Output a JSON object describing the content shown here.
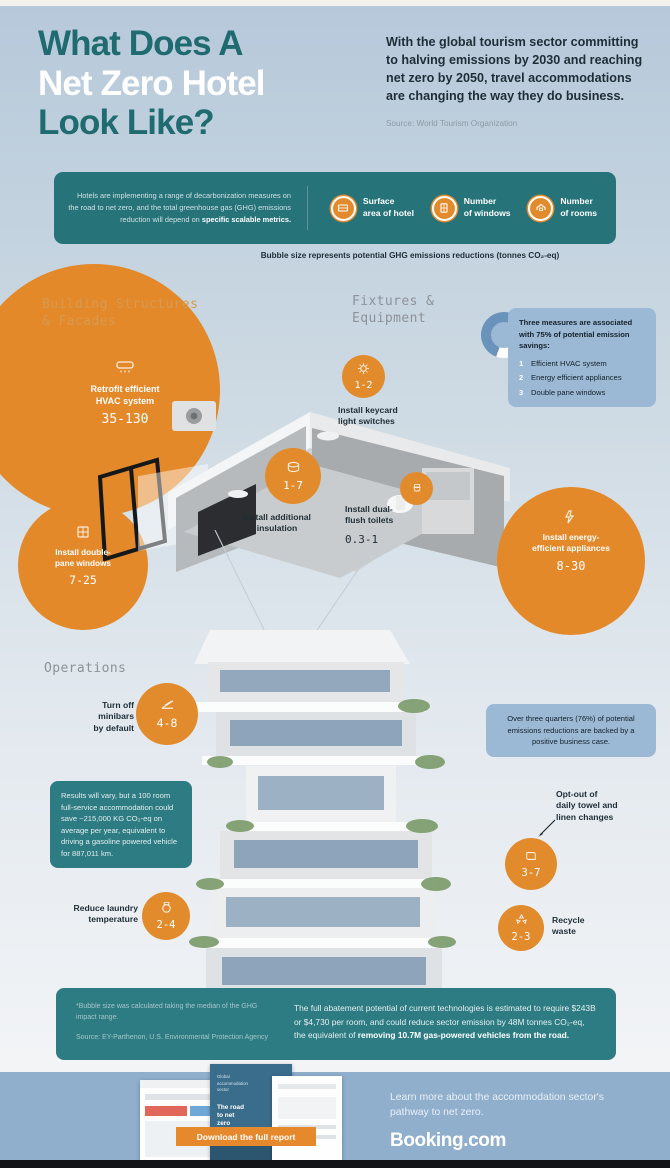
{
  "header": {
    "title_line1": "What Does A",
    "title_line2": "Net Zero Hotel",
    "title_line3": "Look Like?",
    "intro": "With the global tourism sector committing to halving emissions by 2030 and reaching net zero by 2050, travel accommodations are changing the way they do business.",
    "source": "Source: World Tourism Organization"
  },
  "banner": {
    "text_plain": "Hotels are implementing a range of decarbonization measures on the road to net zero, and the total greenhouse gas (GHG) emissions reduction will depend on ",
    "text_bold": "specific scalable metrics.",
    "legend": [
      {
        "icon": "surface-area-icon",
        "label_line1": "Surface",
        "label_line2": "area of hotel"
      },
      {
        "icon": "window-icon",
        "label_line1": "Number",
        "label_line2": "of windows"
      },
      {
        "icon": "rooms-icon",
        "label_line1": "Number",
        "label_line2": "of rooms"
      }
    ]
  },
  "bubble_note": "Bubble size represents potential GHG emissions reductions (tonnes CO₂-eq)",
  "sections": {
    "building": "Building Structures\n& Facades",
    "fixtures": "Fixtures &\nEquipment",
    "operations": "Operations"
  },
  "measures": {
    "hvac": {
      "label": "Retrofit efficient\nHVAC system",
      "value": "35-130"
    },
    "windows": {
      "label": "Install double-\npane windows",
      "value": "7-25"
    },
    "keycard": {
      "label": "Install keycard\nlight switches",
      "value": "1-2"
    },
    "insulation": {
      "label": "Install additional\ninsulation",
      "value": "1-7"
    },
    "toilets": {
      "label": "Install dual-\nflush toilets",
      "value": "0.3-1"
    },
    "appliances": {
      "label": "Install energy-\nefficient appliances",
      "value": "8-30"
    },
    "minibars": {
      "label": "Turn off\nminibars\nby default",
      "value": "4-8"
    },
    "towels": {
      "label": "Opt-out of\ndaily towel and\nlinen changes",
      "value": "3-7"
    },
    "laundry": {
      "label": "Reduce laundry\ntemperature",
      "value": "2-4"
    },
    "recycle": {
      "label": "Recycle\nwaste",
      "value": "2-3"
    }
  },
  "callouts": {
    "three_measures": {
      "heading": "Three measures are associated with 75% of potential emission savings:",
      "items": [
        "Efficient HVAC system",
        "Energy efficient appliances",
        "Double pane windows"
      ],
      "numbers": [
        "1",
        "2",
        "3"
      ]
    },
    "results": "Results will vary, but a 100 room full-service accommodation could save ~215,000 KG CO₂-eq on average per year, equivalent to driving a gasoline powered vehicle for 887,011 km.",
    "business_case": "Over three quarters (76%) of potential emissions reductions are backed by a positive business case."
  },
  "footer": {
    "note": "*Bubble size was calculated taking the median of the GHG impact range.",
    "source": "Source: EY-Parthenon, U.S. Environmental Protection Agency",
    "abatement_plain_1": "The full abatement potential of current technologies is estimated to require $243B or $4,730 per room, and could reduce sector emission by 48M tonnes CO₂-eq, the equivalent of ",
    "abatement_bold": "removing 10.7M gas-powered vehicles from the road."
  },
  "cta": {
    "text": "Learn more about the accommodation sector's pathway to net zero.",
    "brand": "Booking.com",
    "download_label": "Download the full report"
  },
  "colors": {
    "teal": "#26737a",
    "orange": "#e3892a",
    "blue_callout": "#9bb8d4",
    "cta_blue": "#8fafcd"
  }
}
